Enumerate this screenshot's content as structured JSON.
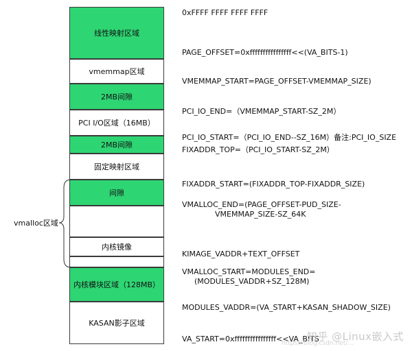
{
  "colors": {
    "green": "#2ed573",
    "border": "#3a3a3a"
  },
  "side_label": "vmalloc区域",
  "blocks": [
    {
      "text": "线性映射区域"
    },
    {
      "text": "vmemmap区域"
    },
    {
      "text": "2MB间隙"
    },
    {
      "text": "PCI I/O区域（16MB）"
    },
    {
      "text": "2MB间隙"
    },
    {
      "text": "固定映射区域"
    },
    {
      "text": "间隙"
    },
    {
      "text": ""
    },
    {
      "text": "内核镜像"
    },
    {
      "text": ""
    },
    {
      "text": "内核模块区域（128MB）"
    },
    {
      "text": "KASAN影子区域"
    }
  ],
  "labels": [
    {
      "line1": "0xFFFF FFFF FFFF FFFF",
      "line2": ""
    },
    {
      "line1": "PAGE_OFFSET=0xffffffffffffffff<<(VA_BITS-1)",
      "line2": ""
    },
    {
      "line1": "VMEMMAP_START=PAGE_OFFSET-VMEMMAP_SIZE)",
      "line2": ""
    },
    {
      "line1": "PCI_IO_END=（VMEMMAP_START-SZ_2M）",
      "line2": ""
    },
    {
      "line1": "PCI_IO_START=（PCI_IO_END--SZ_16M）备注:PCI_IO_SIZE",
      "line2": ""
    },
    {
      "line1": "FIXADDR_TOP=（PCI_IO_START-SZ_2M）",
      "line2": ""
    },
    {
      "line1": "FIXADDR_START=(FIXADDR_TOP-FIXADDR_SIZE)",
      "line2": ""
    },
    {
      "line1": "VMALLOC_END=(PAGE_OFFSET-PUD_SIZE-",
      "line2": "VMEMMAP_SIZE-SZ_64K"
    },
    {
      "line1": "KIMAGE_VADDR+TEXT_OFFSET",
      "line2": ""
    },
    {
      "line1": "VMALLOC_START=MODULES_END=",
      "line2": "(MODULES_VADDR+SZ_128M)"
    },
    {
      "line1": "MODULES_VADDR=(VA_START+KASAN_SHADOW_SIZE)",
      "line2": ""
    },
    {
      "line1": "VA_START=0xffffffffffffffff<<VA_BITS",
      "line2": ""
    }
  ],
  "watermark": {
    "main": "知乎 @Linux嵌入式",
    "sub": "https://blog.csdn.net/..."
  }
}
